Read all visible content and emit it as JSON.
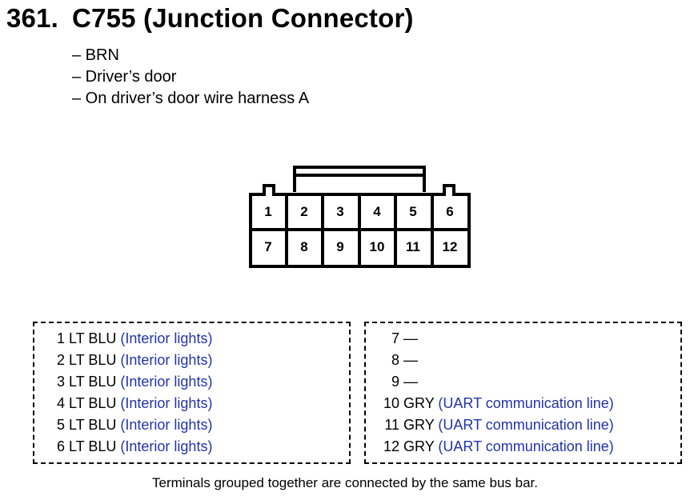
{
  "header": {
    "number": "361.",
    "title": "C755 (Junction Connector)"
  },
  "details": [
    "– BRN",
    "– Driver’s door",
    "– On driver’s door wire harness A"
  ],
  "connector": {
    "top_row": [
      "1",
      "2",
      "3",
      "4",
      "5",
      "6"
    ],
    "bottom_row": [
      "7",
      "8",
      "9",
      "10",
      "11",
      "12"
    ]
  },
  "groups": [
    {
      "rows": [
        {
          "pin": "1",
          "wire": "LT BLU",
          "desc": "(Interior lights)"
        },
        {
          "pin": "2",
          "wire": "LT BLU",
          "desc": "(Interior lights)"
        },
        {
          "pin": "3",
          "wire": "LT BLU",
          "desc": "(Interior lights)"
        },
        {
          "pin": "4",
          "wire": "LT BLU",
          "desc": "(Interior lights)"
        },
        {
          "pin": "5",
          "wire": "LT BLU",
          "desc": "(Interior lights)"
        },
        {
          "pin": "6",
          "wire": "LT BLU",
          "desc": "(Interior lights)"
        }
      ]
    },
    {
      "rows": [
        {
          "pin": "7",
          "wire": "—",
          "desc": ""
        },
        {
          "pin": "8",
          "wire": "—",
          "desc": ""
        },
        {
          "pin": "9",
          "wire": "—",
          "desc": ""
        },
        {
          "pin": "10",
          "wire": "GRY",
          "desc": "(UART communication line)"
        },
        {
          "pin": "11",
          "wire": "GRY",
          "desc": "(UART communication line)"
        },
        {
          "pin": "12",
          "wire": "GRY",
          "desc": "(UART communication line)"
        }
      ]
    }
  ],
  "footer": "Terminals grouped together are connected by the same bus bar.",
  "colors": {
    "description_text": "#2233aa",
    "line": "#000000"
  }
}
